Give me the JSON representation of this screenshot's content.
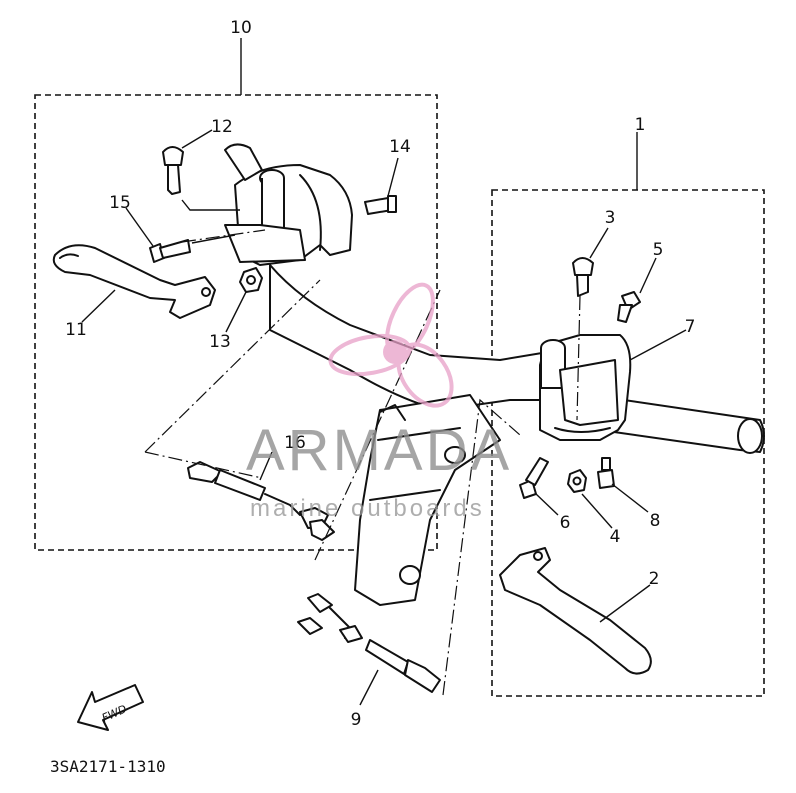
{
  "callouts": {
    "c1": "1",
    "c2": "2",
    "c3": "3",
    "c4": "4",
    "c5": "5",
    "c6": "6",
    "c7": "7",
    "c8": "8",
    "c9": "9",
    "c10": "10",
    "c11": "11",
    "c12": "12",
    "c13": "13",
    "c14": "14",
    "c15": "15",
    "c16": "16"
  },
  "fwd_label": "FWD",
  "diagram_code": "3SA2171-1310",
  "watermark": {
    "brand": "ARMADA",
    "tagline": "marine outboards"
  },
  "colors": {
    "ink": "#111111",
    "watermark_gray": "#8f8f8f",
    "logo_pink": "#e8a0c8"
  }
}
